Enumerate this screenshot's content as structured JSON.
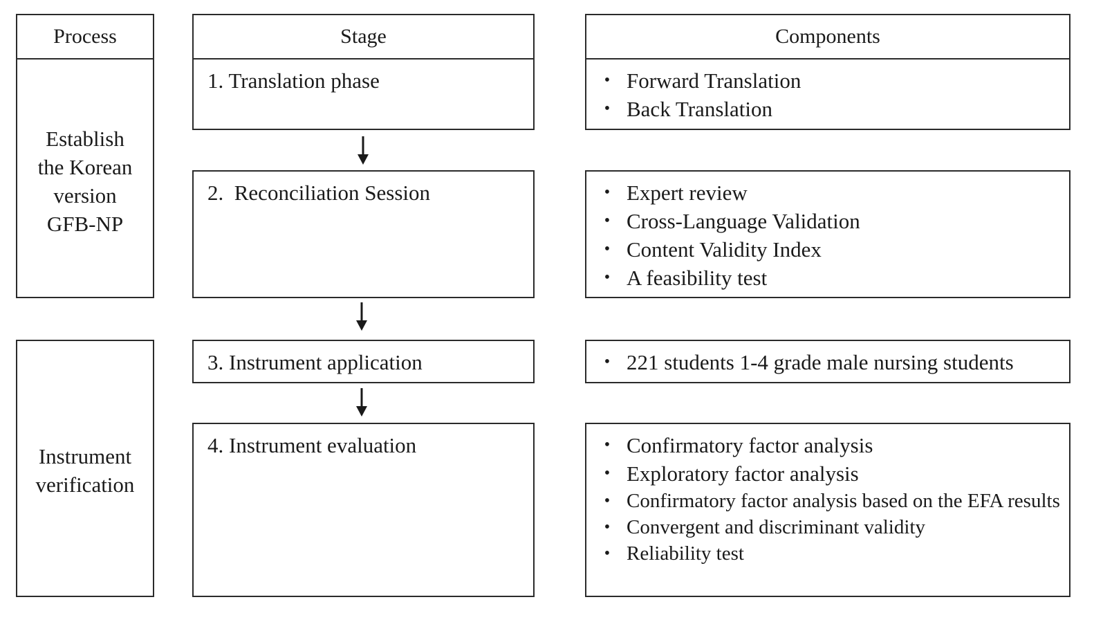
{
  "headers": {
    "process": "Process",
    "stage": "Stage",
    "components": "Components"
  },
  "processes": [
    {
      "lines": [
        "Establish",
        "the Korean",
        "version",
        "GFB-NP"
      ]
    },
    {
      "lines": [
        "Instrument",
        "verification"
      ]
    }
  ],
  "stages": [
    {
      "label": "1. Translation phase",
      "components": [
        "Forward Translation",
        "Back Translation"
      ]
    },
    {
      "label": "2.  Reconciliation Session",
      "components": [
        "Expert review",
        "Cross-Language Validation",
        "Content Validity Index",
        "A feasibility test"
      ]
    },
    {
      "label": "3. Instrument application",
      "components": [
        "221 students 1-4 grade male nursing students"
      ]
    },
    {
      "label": "4. Instrument evaluation",
      "components": [
        "Confirmatory factor analysis",
        "Exploratory factor analysis",
        "Confirmatory factor analysis based on the EFA results",
        "Convergent and discriminant validity",
        "Reliability test"
      ]
    }
  ],
  "bullet_glyph": "•",
  "colors": {
    "border": "#2a2a2a",
    "text": "#1a1a1a",
    "background": "#ffffff"
  }
}
